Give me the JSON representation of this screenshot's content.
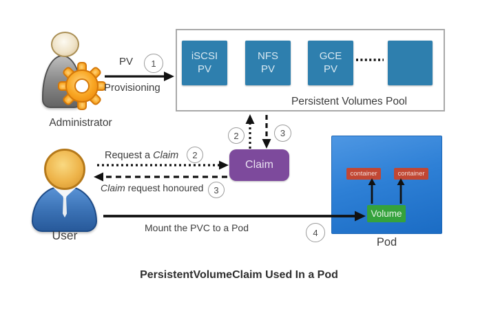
{
  "caption": "PersistentVolumeClaim Used In a Pod",
  "actors": {
    "administrator": {
      "label": "Administrator"
    },
    "user": {
      "label": "User"
    }
  },
  "pool": {
    "label": "Persistent Volumes Pool",
    "volumes": [
      {
        "line1": "iSCSI",
        "line2": "PV"
      },
      {
        "line1": "NFS",
        "line2": "PV"
      },
      {
        "line1": "GCE",
        "line2": "PV"
      },
      {
        "line1": "",
        "line2": ""
      }
    ]
  },
  "claim": {
    "label": "Claim"
  },
  "pod": {
    "label": "Pod",
    "container_left": "container",
    "container_right": "container",
    "volume": "Volume"
  },
  "labels": {
    "pv": "PV",
    "provisioning": "Provisioning",
    "request_prefix": "Request a ",
    "request_italic": "Claim",
    "honoured_italic": "Claim",
    "honoured_suffix": " request honoured",
    "mount": "Mount the PVC to a Pod"
  },
  "steps": {
    "s1": "1",
    "s2": "2",
    "s3": "3",
    "s4": "4"
  },
  "colors": {
    "pv_square_blue": "#2e7fae",
    "claim_purple": "#7d4a9c",
    "pod_blue": "#2e80d6",
    "container_red": "#c14733",
    "volume_green": "#35a23c",
    "gear_orange": "#f9a01b"
  }
}
